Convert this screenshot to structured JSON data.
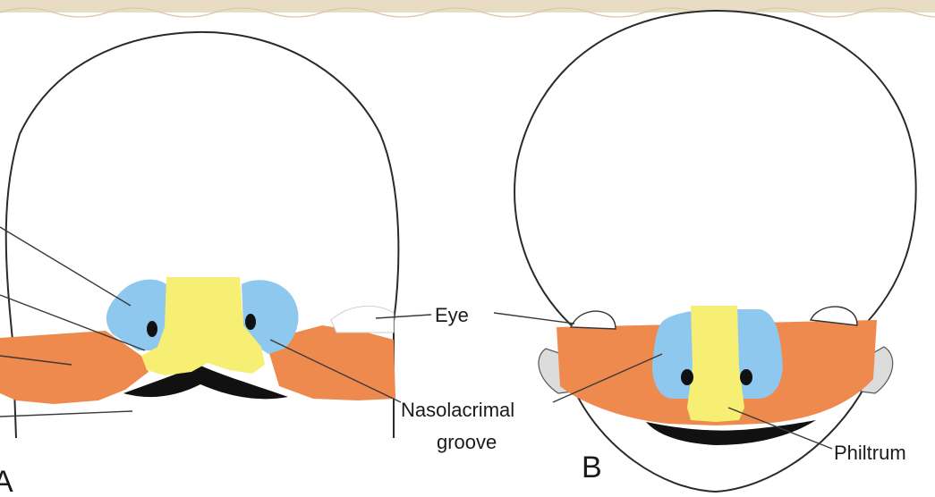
{
  "labels": {
    "eye": "Eye",
    "nasolacrimal_line1": "Nasolacrimal",
    "nasolacrimal_line2": "groove",
    "philtrum": "Philtrum",
    "panel_a": "A",
    "panel_b": "B"
  },
  "colors": {
    "border_band": "#e8dcc4",
    "maxillary_orange": "#ee8a4e",
    "lateral_nasal_blue": "#8fc8ee",
    "medial_nasal_yellow": "#f7ee74",
    "mouth_black": "#111111",
    "outline": "#2a2a2a"
  }
}
